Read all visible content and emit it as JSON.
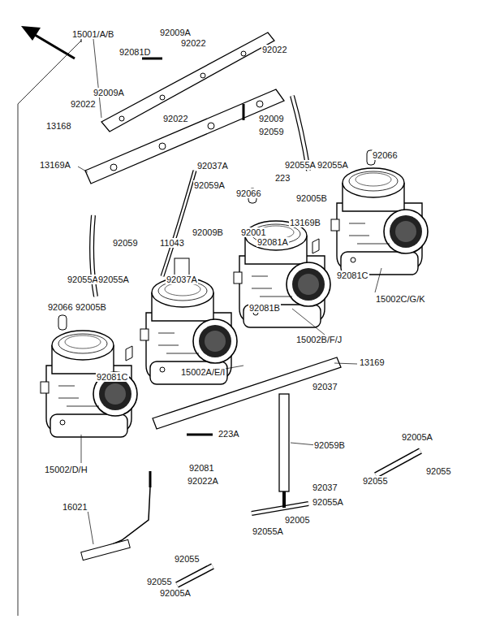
{
  "diagram": {
    "labels": [
      "15001/A/B",
      "92009A",
      "92022",
      "92022",
      "92081D",
      "92009A",
      "92022",
      "92022",
      "13168",
      "92009",
      "92059",
      "13169A",
      "92037A",
      "92059A",
      "92055A",
      "92055A",
      "92066",
      "223",
      "92066",
      "92005B",
      "13169B",
      "92059",
      "92009B",
      "92001",
      "11043",
      "92081A",
      "92055A",
      "92055A",
      "92037A",
      "92081C",
      "92066",
      "92005B",
      "92081B",
      "15002C/G/K",
      "15002B/F/J",
      "92081C",
      "15002A/E/I",
      "13169",
      "92037",
      "223A",
      "15002/D/H",
      "92059B",
      "92005A",
      "92055",
      "92055",
      "92081",
      "92022A",
      "92037",
      "92055A",
      "92005",
      "92055A",
      "16021",
      "92055",
      "92055",
      "92005A"
    ]
  }
}
